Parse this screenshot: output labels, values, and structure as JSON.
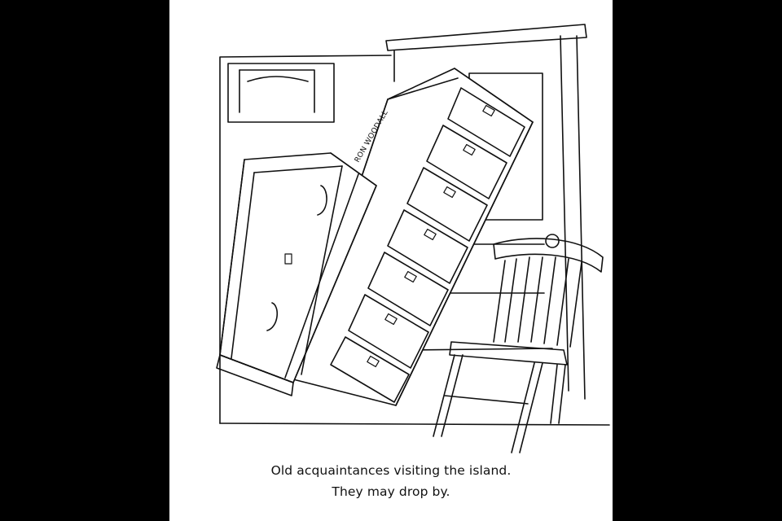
{
  "cartoon": {
    "signature": "RON WOODALL",
    "caption_line1": "Old acquaintances visiting the island.",
    "caption_line2": "They may drop by."
  },
  "colors": {
    "background": "#000000",
    "paper": "#ffffff",
    "ink": "#111111"
  }
}
